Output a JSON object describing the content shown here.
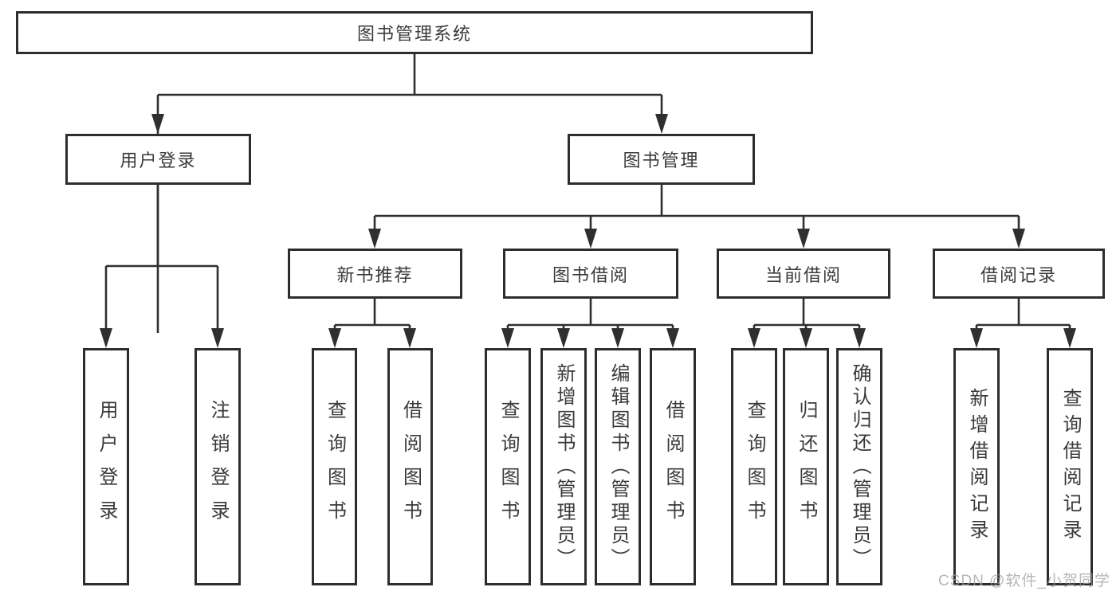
{
  "colors": {
    "background": "#ffffff",
    "line": "#2f2f2f",
    "box_border": "#2d2d2d",
    "box_fill": "#ffffff",
    "text": "#3a3a3a",
    "watermark": "#9e9e9e"
  },
  "tree": {
    "root": "图书管理系统",
    "level2": [
      "用户登录",
      "图书管理"
    ],
    "level3": [
      "新书推荐",
      "图书借阅",
      "当前借阅",
      "借阅记录"
    ],
    "leaves": {
      "user_login": [
        "用户登录",
        "注销登录"
      ],
      "new_book_recommend": [
        "查询图书",
        "借阅图书"
      ],
      "book_borrow": [
        "查询图书",
        "新增图书（管理员）",
        "编辑图书（管理员）",
        "借阅图书"
      ],
      "current_borrow": [
        "查询图书",
        "归还图书",
        "确认归还（管理员）"
      ],
      "borrow_record": [
        "新增借阅记录",
        "查询借阅记录"
      ]
    }
  },
  "watermark": {
    "text": "CSDN @软件_小贺同学"
  }
}
